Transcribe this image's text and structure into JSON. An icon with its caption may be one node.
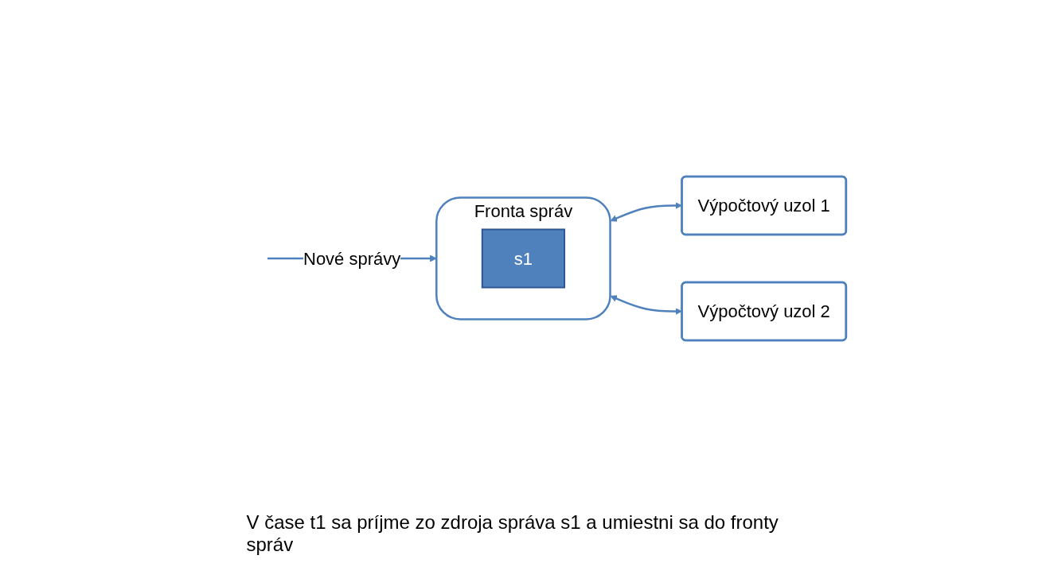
{
  "diagram": {
    "nodes": [
      {
        "text": [
          "Fronta správ"
        ]
      },
      {
        "text": [
          "s1"
        ],
        "in": 0
      },
      {
        "text": [
          "Výpočtový uzol 1"
        ]
      },
      {
        "text": [
          "Výpočtový uzol 2"
        ]
      }
    ],
    "edges": [
      {
        "from": null,
        "to": 0,
        "arrow": "to",
        "label": "Nové správy"
      },
      {
        "from": 0,
        "to": 2,
        "arrow": "both"
      },
      {
        "from": 0,
        "to": 3,
        "arrow": "both"
      }
    ],
    "labels": [
      "V čase t1 sa príjme zo zdroja správa s1 a umiestni sa do fronty správ"
    ]
  }
}
